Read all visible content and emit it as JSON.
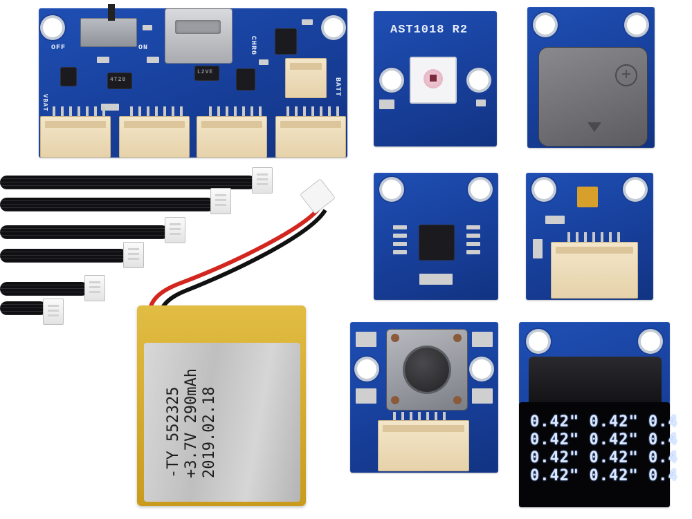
{
  "power_board": {
    "labels": {
      "switch_off": "OFF",
      "switch_on": "ON",
      "charge": "CHRG",
      "battery": "BATT",
      "vbat": "VBAT",
      "chip_a": "4T28",
      "chip_b": "L2VE"
    }
  },
  "led_board": {
    "label": "AST1018 R2"
  },
  "battery": {
    "lines": [
      "-TY 552325",
      "+3.7V 290mAh",
      "2019.02.18"
    ]
  },
  "oled": {
    "lines": [
      "0.42\" 0.42\" 0.4",
      "0.42\" 0.42\" 0.4",
      "0.42\" 0.42\" 0.4",
      "0.42\" 0.42\" 0.4"
    ]
  },
  "colors": {
    "pcb_blue": "#1a46a8",
    "connector": "#eadcbc",
    "cable": "#141417",
    "battery_foil": "#d9b43a",
    "battery_body": "#c8c8c8",
    "oled_text": "#dde8ff"
  }
}
